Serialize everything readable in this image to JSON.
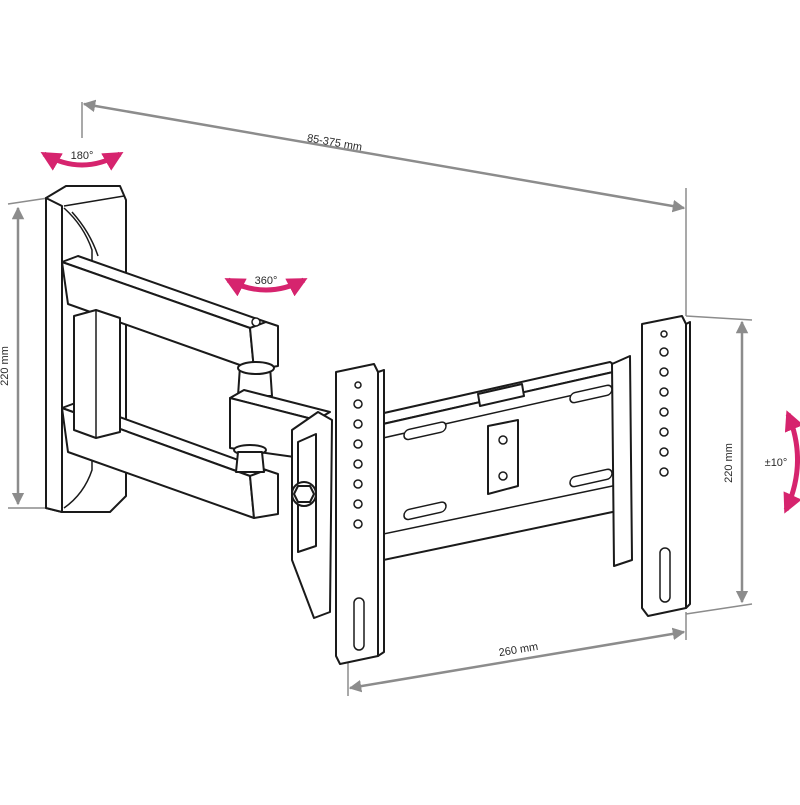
{
  "colors": {
    "dimension": "#8c8c8c",
    "rotation": "#d6246e",
    "outline": "#1a1a1a"
  },
  "labels": {
    "swivel": "180°",
    "arm_rotation": "360°",
    "depth": "85-375 mm",
    "wall_plate_height": "220 mm",
    "tv_plate_height": "220 mm",
    "tilt": "±10°",
    "tv_plate_width": "260 mm"
  },
  "icons": [
    "rotation-arrow-icon",
    "dimension-arrow-icon"
  ]
}
